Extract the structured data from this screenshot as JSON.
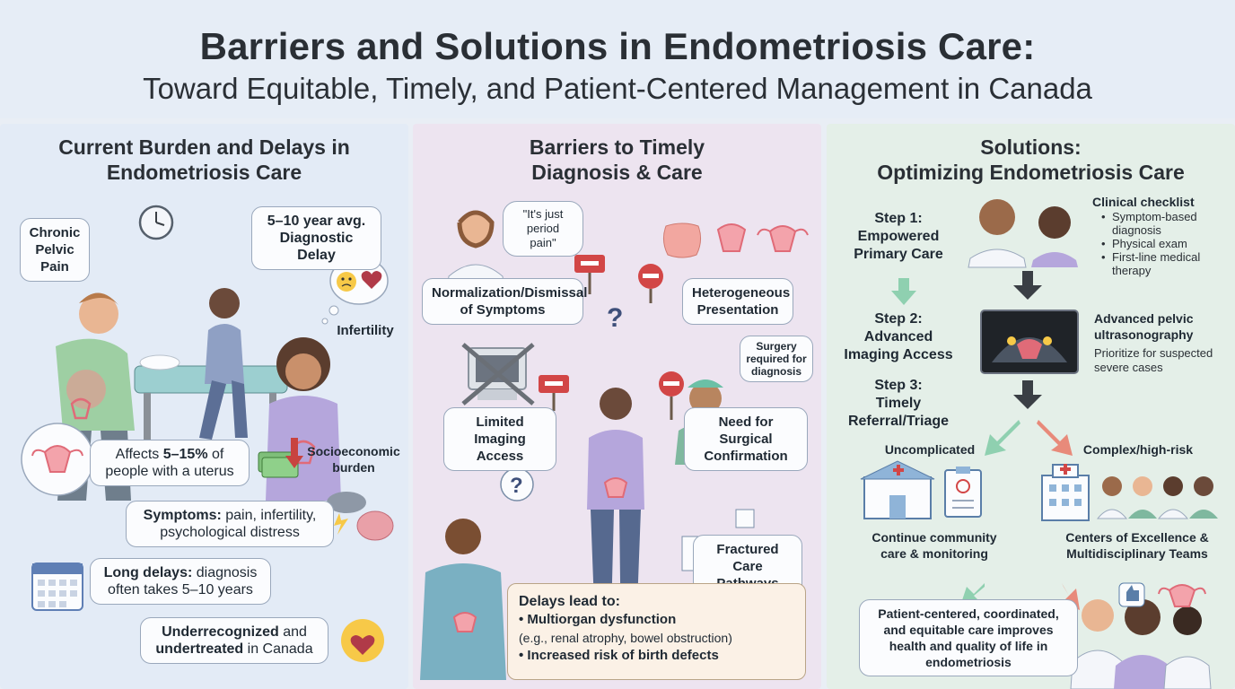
{
  "header": {
    "title": "Barriers and Solutions in Endometriosis Care:",
    "subtitle": "Toward Equitable, Timely, and Patient-Centered Management in Canada"
  },
  "panel1": {
    "title_line1": "Current Burden and Delays in",
    "title_line2": "Endometriosis Care",
    "chronic_pain": [
      "Chronic",
      "Pelvic",
      "Pain"
    ],
    "delay_badge": [
      "5–10 year avg.",
      "Diagnostic Delay"
    ],
    "infertility": "Infertility",
    "affects": {
      "pre": "Affects ",
      "bold": "5–15%",
      "post": " of",
      "line2": "people with a uterus"
    },
    "socioeconomic": [
      "Socioeconomic",
      "burden"
    ],
    "symptoms": {
      "bold": "Symptoms:",
      "rest": " pain, infertility,",
      "line2": "psychological distress"
    },
    "long_delays": {
      "bold": "Long delays:",
      "rest": " diagnosis",
      "line2": "often takes 5–10 years"
    },
    "underrecognized": {
      "bold1": "Underrecognized",
      "mid": " and",
      "bold2": "undertreated",
      "rest": " in Canada"
    }
  },
  "panel2": {
    "title_line1": "Barriers to Timely",
    "title_line2": "Diagnosis & Care",
    "quote": [
      "\"It's just",
      "period pain\""
    ],
    "normalization": [
      "Normalization/Dismissal",
      "of Symptoms"
    ],
    "heterogeneous": [
      "Heterogeneous",
      "Presentation"
    ],
    "imaging": [
      "Limited Imaging",
      "Access"
    ],
    "surgery_note": [
      "Surgery",
      "required for",
      "diagnosis"
    ],
    "surgical": [
      "Need for Surgical",
      "Confirmation"
    ],
    "fractured": [
      "Fractured Care",
      "Pathways"
    ],
    "delays": {
      "heading": "Delays lead to:",
      "item1": "Multiorgan dysfunction",
      "item1_note": "(e.g., renal atrophy, bowel obstruction)",
      "item2": "Increased risk of birth defects"
    }
  },
  "panel3": {
    "title_line1": "Solutions:",
    "title_line2": "Optimizing Endometriosis Care",
    "step1": [
      "Step 1:",
      "Empowered",
      "Primary Care"
    ],
    "step2": [
      "Step 2:",
      "Advanced",
      "Imaging Access"
    ],
    "step3": [
      "Step 3:",
      "Timely",
      "Referral/Triage"
    ],
    "checklist_title": "Clinical checklist",
    "checklist": [
      "Symptom-based diagnosis",
      "Physical exam",
      "First-line medical therapy"
    ],
    "ultrasound_title": [
      "Advanced pelvic",
      "ultrasonography"
    ],
    "ultrasound_note": [
      "Prioritize for suspected",
      "severe cases"
    ],
    "uncomplicated": "Uncomplicated",
    "complex": "Complex/high-risk",
    "community": [
      "Continue community",
      "care & monitoring"
    ],
    "centers": [
      "Centers of Excellence &",
      "Multidisciplinary Teams"
    ],
    "outcome": [
      "Patient-centered, coordinated,",
      "and equitable care improves",
      "health and quality of life in",
      "endometriosis"
    ]
  },
  "colors": {
    "panel1_bg": "#e3ebf6",
    "panel2_bg": "#ede4f0",
    "panel3_bg": "#e4efe8",
    "uterus": "#e06b78",
    "stop_sign": "#d24646",
    "arrow_green": "#8fd0b0",
    "arrow_red": "#e88a7a",
    "arrow_dark": "#3a3f45"
  },
  "icons": [
    "clock-icon",
    "crying-face-icon",
    "broken-heart-icon",
    "uterus-icon",
    "money-icon",
    "down-arrow-icon",
    "storm-cloud-icon",
    "brain-icon",
    "calendar-icon",
    "sad-broken-heart-icon",
    "stop-sign-icon",
    "question-mark-icon",
    "ultrasound-machine-icon",
    "hospital-icon",
    "intestine-icon",
    "kidney-icon",
    "thumbs-up-icon",
    "checklist-icon",
    "clinic-icon"
  ]
}
